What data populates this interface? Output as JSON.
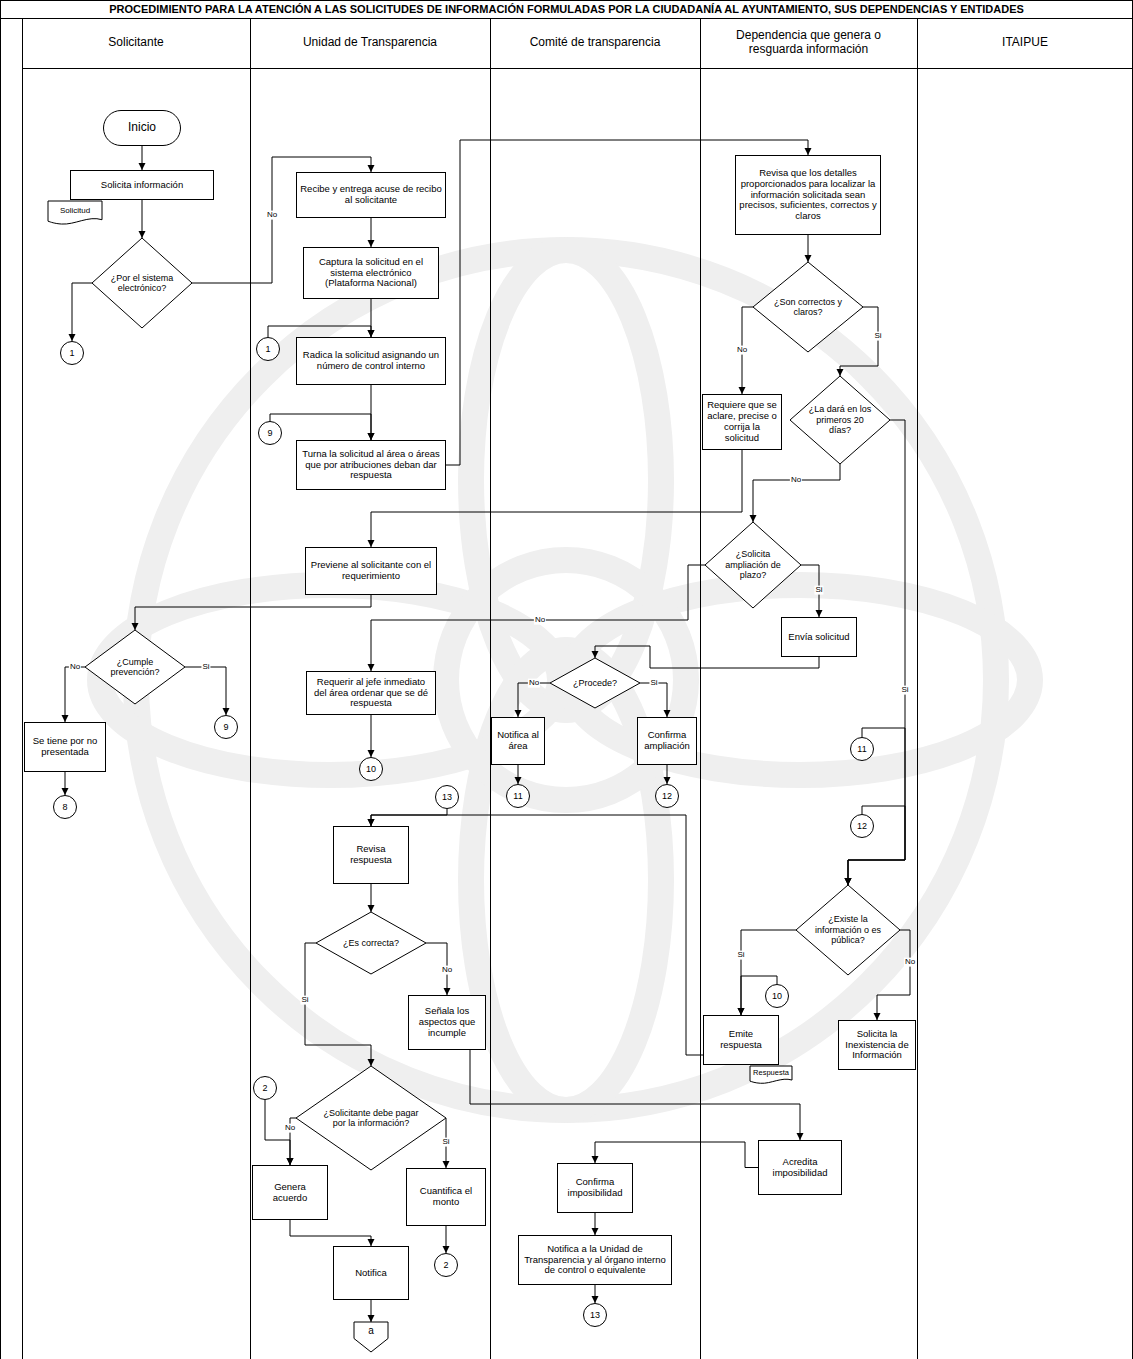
{
  "diagram": {
    "title": "PROCEDIMIENTO PARA LA ATENCIÓN A LAS SOLICITUDES DE INFORMACIÓN FORMULADAS POR LA CIUDADANÍA AL AYUNTAMIENTO, SUS DEPENDENCIAS Y ENTIDADES",
    "nodes": [
      {
        "text": [
          "Solicitante"
        ]
      },
      {
        "text": [
          "Inicio"
        ],
        "in": 0
      },
      {
        "text": [
          "Solicita información"
        ],
        "in": 0
      },
      {
        "text": [
          "Solicitud"
        ],
        "in": 0
      },
      {
        "text": [
          "¿Por el sistema electrónico?"
        ],
        "in": 0
      },
      {
        "text": [
          "1"
        ],
        "in": 0
      },
      {
        "text": [
          "¿Cumple prevención?"
        ],
        "in": 0
      },
      {
        "text": [
          "Se tiene por no presentada"
        ],
        "in": 0
      },
      {
        "text": [
          "8"
        ],
        "in": 0
      },
      {
        "text": [
          "9"
        ],
        "in": 0
      },
      {
        "text": [
          "Unidad de Transparencia"
        ]
      },
      {
        "text": [
          "Recibe y entrega acuse de recibo al solicitante"
        ],
        "in": 10
      },
      {
        "text": [
          "Captura la solicitud en el sistema electrónico (Plataforma Nacional)"
        ],
        "in": 10
      },
      {
        "text": [
          "1"
        ],
        "in": 10
      },
      {
        "text": [
          "Radica la solicitud asignando un número de control interno"
        ],
        "in": 10
      },
      {
        "text": [
          "9"
        ],
        "in": 10
      },
      {
        "text": [
          "Turna la solicitud al área o áreas que por atribuciones deban dar respuesta"
        ],
        "in": 10
      },
      {
        "text": [
          "Previene al solicitante con el requerimiento"
        ],
        "in": 10
      },
      {
        "text": [
          "Requerir al jefe inmediato del área ordenar que se dé respuesta"
        ],
        "in": 10
      },
      {
        "text": [
          "10"
        ],
        "in": 10
      },
      {
        "text": [
          "13"
        ],
        "in": 10
      },
      {
        "text": [
          "Revisa respuesta"
        ],
        "in": 10
      },
      {
        "text": [
          "¿Es correcta?"
        ],
        "in": 10
      },
      {
        "text": [
          "Señala los aspectos que incumple"
        ],
        "in": 10
      },
      {
        "text": [
          "¿Solicitante debe pagar por la información?"
        ],
        "in": 10
      },
      {
        "text": [
          "2"
        ],
        "in": 10
      },
      {
        "text": [
          "Genera acuerdo"
        ],
        "in": 10
      },
      {
        "text": [
          "Cuantifica el monto"
        ],
        "in": 10
      },
      {
        "text": [
          "2"
        ],
        "in": 10
      },
      {
        "text": [
          "Notifica"
        ],
        "in": 10
      },
      {
        "text": [
          "a"
        ],
        "in": 10
      },
      {
        "text": [
          "Comité de transparencia"
        ]
      },
      {
        "text": [
          "¿Procede?"
        ],
        "in": 31
      },
      {
        "text": [
          "Notifica al área"
        ],
        "in": 31
      },
      {
        "text": [
          "Confirma ampliación"
        ],
        "in": 31
      },
      {
        "text": [
          "11"
        ],
        "in": 31
      },
      {
        "text": [
          "12"
        ],
        "in": 31
      },
      {
        "text": [
          "Confirma imposibilidad"
        ],
        "in": 31
      },
      {
        "text": [
          "Notifica a la Unidad de Transparencia y al órgano interno de control o equivalente"
        ],
        "in": 31
      },
      {
        "text": [
          "13"
        ],
        "in": 31
      },
      {
        "text": [
          "Dependencia que genera o resguarda información"
        ]
      },
      {
        "text": [
          "Revisa que los detalles proporcionados para localizar la información solicitada sean precisos, suficientes, correctos y claros"
        ],
        "in": 40
      },
      {
        "text": [
          "¿Son correctos y claros?"
        ],
        "in": 40
      },
      {
        "text": [
          "Requiere que se aclare, precise o corrija la solicitud"
        ],
        "in": 40
      },
      {
        "text": [
          "¿La dará en los primeros 20 días?"
        ],
        "in": 40
      },
      {
        "text": [
          "¿Solicita ampliación de plazo?"
        ],
        "in": 40
      },
      {
        "text": [
          "Envía solicitud"
        ],
        "in": 40
      },
      {
        "text": [
          "11"
        ],
        "in": 40
      },
      {
        "text": [
          "12"
        ],
        "in": 40
      },
      {
        "text": [
          "¿Existe la información o es pública?"
        ],
        "in": 40
      },
      {
        "text": [
          "10"
        ],
        "in": 40
      },
      {
        "text": [
          "Emite respuesta"
        ],
        "in": 40
      },
      {
        "text": [
          "Respuesta"
        ],
        "in": 40
      },
      {
        "text": [
          "Solicita la Inexistencia de Información"
        ],
        "in": 40
      },
      {
        "text": [
          "Acredita imposibilidad"
        ],
        "in": 40
      },
      {
        "text": [
          "ITAIPUE"
        ]
      }
    ],
    "edges": [
      {
        "from": 1,
        "to": 2,
        "arrow": "to"
      },
      {
        "from": 2,
        "to": 4,
        "arrow": "to"
      },
      {
        "from": 4,
        "to": 11,
        "label": "No",
        "arrow": "to"
      },
      {
        "from": 4,
        "to": 5,
        "arrow": "to"
      },
      {
        "from": 11,
        "to": 12,
        "arrow": "to"
      },
      {
        "from": 12,
        "to": 14,
        "arrow": "to"
      },
      {
        "from": 13,
        "to": 14,
        "arrow": "to"
      },
      {
        "from": 14,
        "to": 16,
        "arrow": "to"
      },
      {
        "from": 15,
        "to": 16,
        "arrow": "to"
      },
      {
        "from": 16,
        "to": 41,
        "arrow": "to"
      },
      {
        "from": 41,
        "to": 42,
        "arrow": "to"
      },
      {
        "from": 42,
        "to": 43,
        "label": "No",
        "arrow": "to"
      },
      {
        "from": 42,
        "to": 44,
        "label": "Si",
        "arrow": "to"
      },
      {
        "from": 43,
        "to": 17,
        "arrow": "to"
      },
      {
        "from": 44,
        "to": 45,
        "label": "No",
        "arrow": "to"
      },
      {
        "from": 44,
        "to": 49,
        "label": "Si",
        "arrow": "to"
      },
      {
        "from": 45,
        "to": 46,
        "label": "Si",
        "arrow": "to"
      },
      {
        "from": 45,
        "to": 18,
        "label": "No",
        "arrow": "to"
      },
      {
        "from": 46,
        "to": 32,
        "arrow": "to"
      },
      {
        "from": 32,
        "to": 33,
        "label": "No",
        "arrow": "to"
      },
      {
        "from": 32,
        "to": 34,
        "label": "Si",
        "arrow": "to"
      },
      {
        "from": 33,
        "to": 35,
        "arrow": "to"
      },
      {
        "from": 34,
        "to": 36,
        "arrow": "to"
      },
      {
        "from": 18,
        "to": 19,
        "arrow": "to"
      },
      {
        "from": 47,
        "to": 49,
        "arrow": "to"
      },
      {
        "from": 48,
        "to": 49,
        "arrow": "to"
      },
      {
        "from": 49,
        "to": 51,
        "label": "Si",
        "arrow": "to"
      },
      {
        "from": 49,
        "to": 53,
        "label": "No",
        "arrow": "to"
      },
      {
        "from": 50,
        "to": 51,
        "arrow": "to"
      },
      {
        "from": 51,
        "to": 21,
        "arrow": "to"
      },
      {
        "from": 20,
        "to": 21,
        "arrow": "to"
      },
      {
        "from": 21,
        "to": 22,
        "arrow": "to"
      },
      {
        "from": 22,
        "to": 24,
        "label": "Si",
        "arrow": "to"
      },
      {
        "from": 22,
        "to": 23,
        "label": "No",
        "arrow": "to"
      },
      {
        "from": 23,
        "to": 54,
        "arrow": "to"
      },
      {
        "from": 54,
        "to": 37,
        "arrow": "to"
      },
      {
        "from": 37,
        "to": 38,
        "arrow": "to"
      },
      {
        "from": 38,
        "to": 39,
        "arrow": "to"
      },
      {
        "from": 24,
        "to": 26,
        "label": "No",
        "arrow": "to"
      },
      {
        "from": 25,
        "to": 26,
        "arrow": "to"
      },
      {
        "from": 24,
        "to": 27,
        "label": "Si",
        "arrow": "to"
      },
      {
        "from": 27,
        "to": 28,
        "arrow": "to"
      },
      {
        "from": 26,
        "to": 29,
        "arrow": "to"
      },
      {
        "from": 29,
        "to": 30,
        "arrow": "to"
      },
      {
        "from": 17,
        "to": 6,
        "arrow": "to"
      },
      {
        "from": 6,
        "to": 7,
        "label": "No",
        "arrow": "to"
      },
      {
        "from": 6,
        "to": 9,
        "label": "Si",
        "arrow": "to"
      },
      {
        "from": 7,
        "to": 8,
        "arrow": "to"
      }
    ]
  }
}
